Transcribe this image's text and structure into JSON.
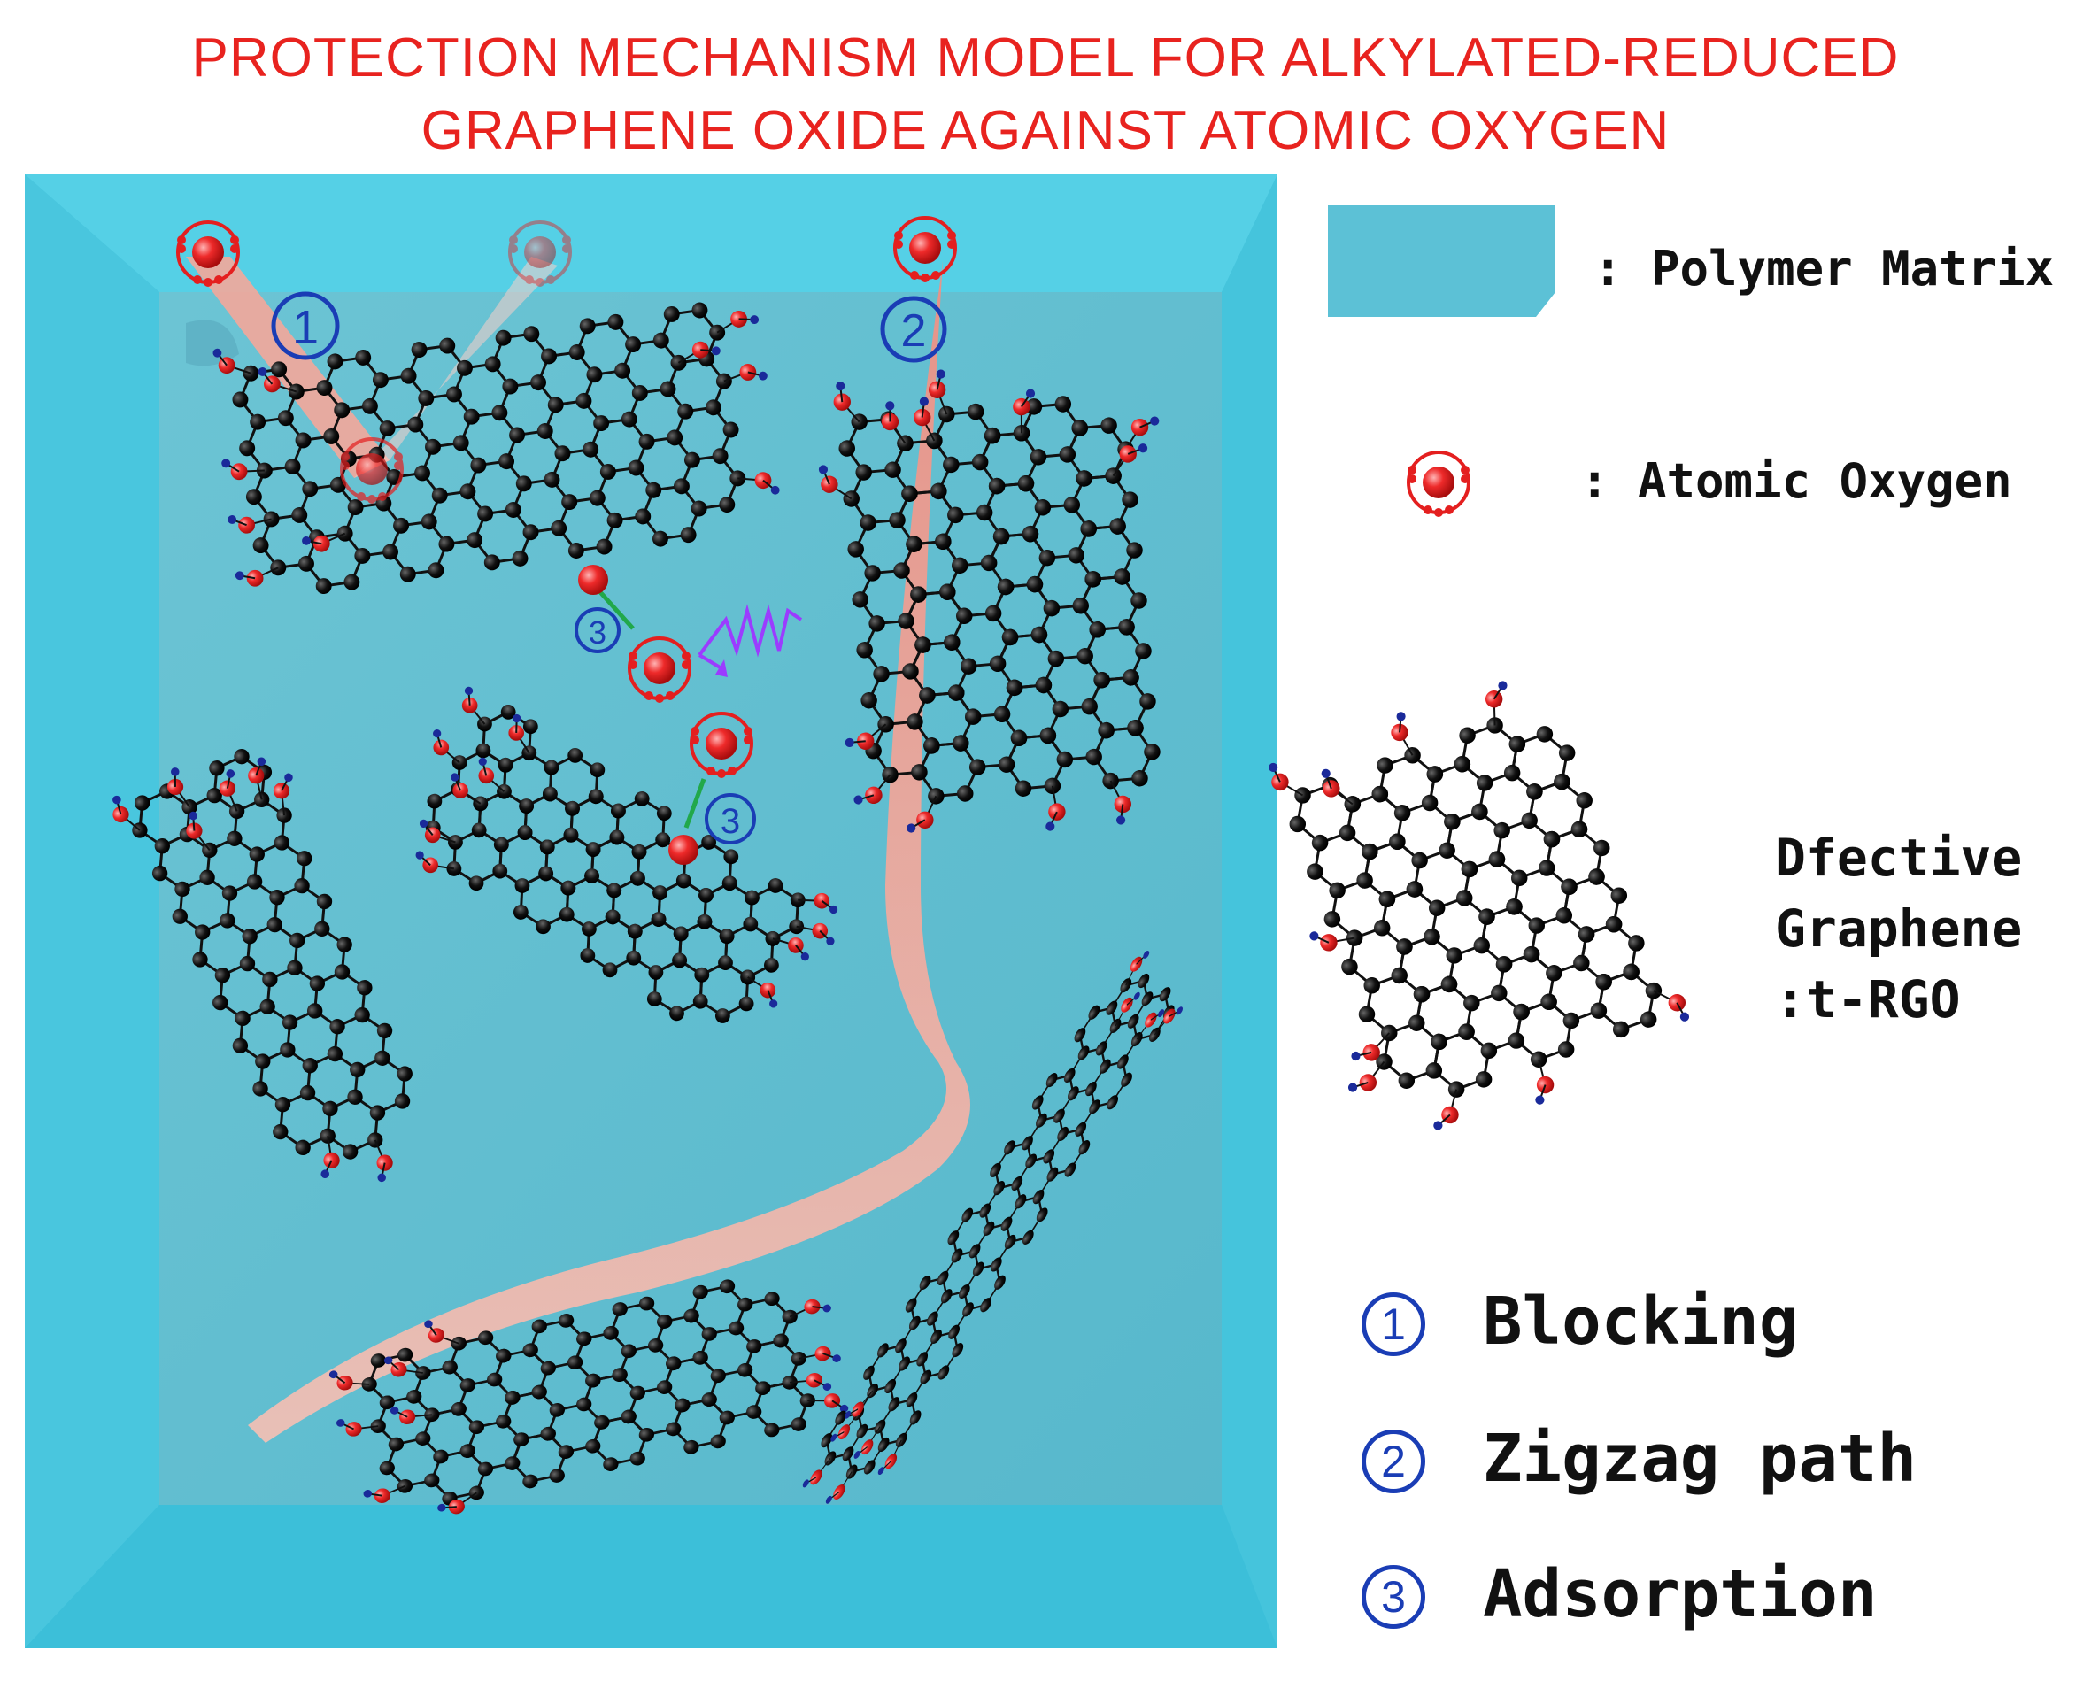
{
  "title": {
    "line1": "PROTECTION MECHANISM MODEL FOR ALKYLATED-REDUCED",
    "line2": "GRAPHENE OXIDE AGAINST ATOMIC OXYGEN"
  },
  "legend": {
    "polymer_matrix": ": Polymer Matrix",
    "atomic_oxygen": ": Atomic Oxygen",
    "graphene_line1": "Dfective",
    "graphene_line2": "Graphene",
    "graphene_line3": ":t-RGO"
  },
  "mechanisms": [
    {
      "num": "1",
      "label": "Blocking"
    },
    {
      "num": "2",
      "label": "Zigzag path"
    },
    {
      "num": "3",
      "label": "Adsorption"
    }
  ],
  "colors": {
    "title": "#e8231f",
    "matrix": "#5cc1d6",
    "matrix_edge": "#3fc2dc",
    "path": "#f4a79a",
    "oxygen": "#e41f1f",
    "carbon": "#111111",
    "hydrogen": "#1a2a9a",
    "marker": "#1a3db5"
  }
}
